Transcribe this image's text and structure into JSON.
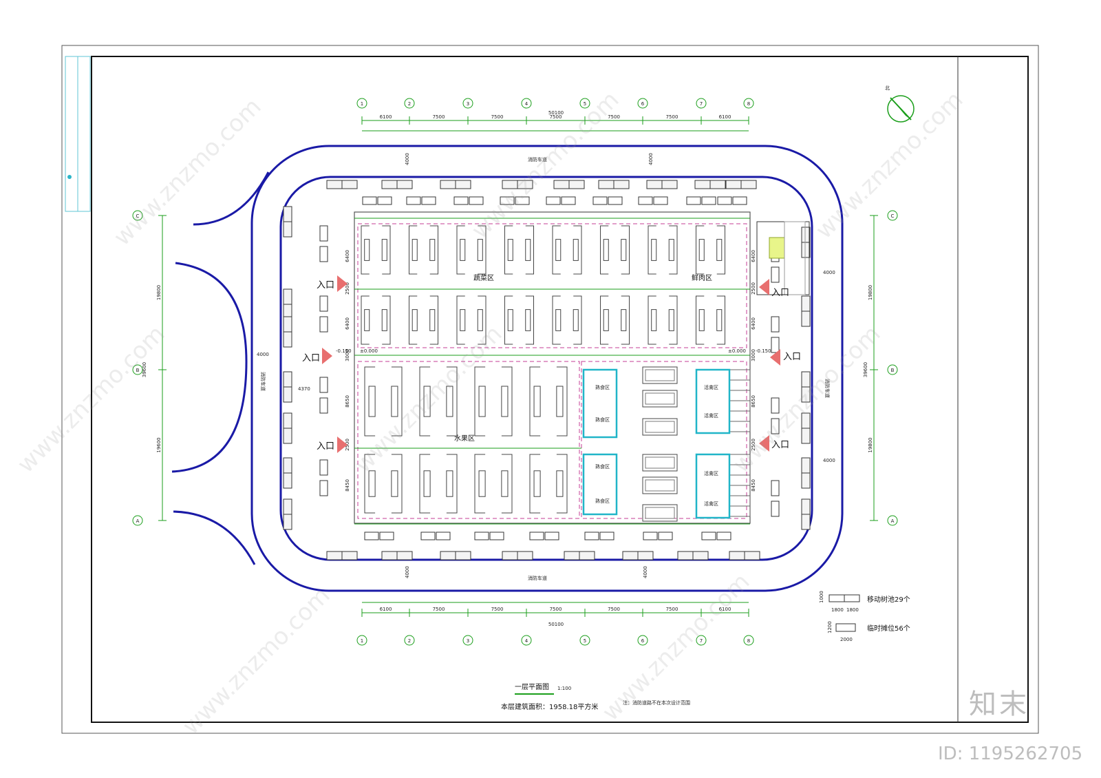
{
  "plan": {
    "title": "一层平面图",
    "scale": "1:100",
    "area_note": "本层建筑面积：1958.18平方米",
    "fire_note": "注：消防道路不在本次设计范围",
    "north_label": "北",
    "fire_lane_label": "消防车道",
    "entrance_label": "入口",
    "zones": {
      "vegetable": "蔬菜区",
      "fresh_meat": "鲜肉区",
      "fruit": "水果区",
      "cooked_food": "熟食区",
      "poultry": "活禽区"
    },
    "grid_columns": [
      "1",
      "2",
      "3",
      "4",
      "5",
      "6",
      "7",
      "8"
    ],
    "grid_rows": [
      "C",
      "B",
      "A"
    ],
    "top_spans": [
      "6100",
      "7500",
      "7500",
      "7500",
      "7500",
      "7500",
      "6100"
    ],
    "total_width": "50100",
    "total_depth": "39600",
    "side_spans": [
      "19800",
      "19800"
    ],
    "side_spans_left": [
      "19800",
      "19600"
    ],
    "lane_width": "4000",
    "left_offset": "4370",
    "row_dims": [
      "6400",
      "2500",
      "6400",
      "3000",
      "8650",
      "2500",
      "8450"
    ],
    "elevations": [
      "-0.150",
      "±0.000"
    ],
    "stall_label": "临时摊位",
    "legend": {
      "planter_text": "移动树池29个",
      "planter_dims": [
        "1800",
        "1800"
      ],
      "planter_h": "1000",
      "stall_text": "临时摊位56个",
      "stall_dims": "2000",
      "stall_h": "1200"
    }
  },
  "watermark": {
    "brand": "知末",
    "id_text": "ID: 1195262705",
    "site": "www.znzmo.com"
  },
  "colors": {
    "road": "#1a1aa6",
    "axis": "#1a9e1a",
    "dashed_zone": "#c43c96",
    "cyan": "#20b5c8",
    "arrow": "#e86f6f"
  }
}
